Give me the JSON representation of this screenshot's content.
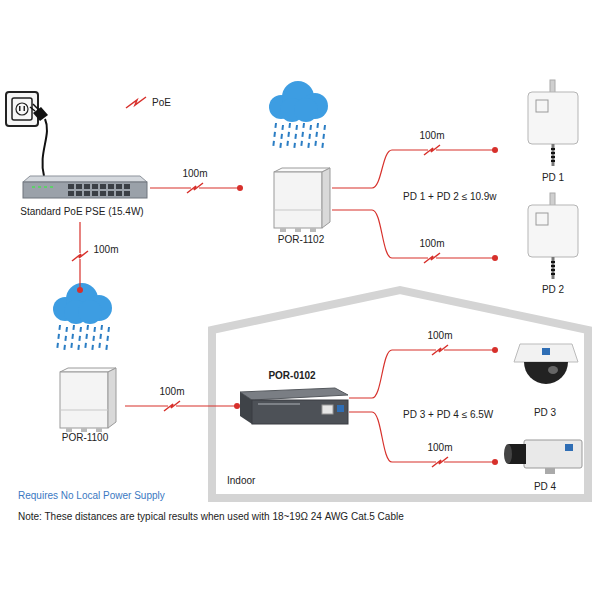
{
  "diagram": {
    "nodes": [
      {
        "text": [
          "Standard PoE PSE (15.4W)"
        ]
      },
      {
        "text": [
          "POR-1102"
        ]
      },
      {
        "text": [
          "PD 1"
        ]
      },
      {
        "text": [
          "PD 2"
        ]
      },
      {
        "text": [
          "POR-1100"
        ]
      },
      {
        "text": [
          "Indoor"
        ]
      },
      {
        "text": [
          "POR-0102"
        ],
        "in": 5
      },
      {
        "text": [
          "PD 3"
        ],
        "in": 5
      },
      {
        "text": [
          "PD 4"
        ],
        "in": 5
      }
    ],
    "edges": [
      {
        "from": 0,
        "to": 1,
        "label": "100m",
        "arrow": "none"
      },
      {
        "from": 1,
        "to": 2,
        "label": "100m",
        "arrow": "none"
      },
      {
        "from": 1,
        "to": 3,
        "label": "100m",
        "arrow": "none"
      },
      {
        "from": 0,
        "to": 4,
        "label": "100m",
        "arrow": "none"
      },
      {
        "from": 4,
        "to": 6,
        "label": "100m",
        "arrow": "none"
      },
      {
        "from": 6,
        "to": 7,
        "label": "100m",
        "arrow": "none"
      },
      {
        "from": 6,
        "to": 8,
        "label": "100m",
        "arrow": "none"
      }
    ],
    "labels": [
      "PD 1 + PD 2 ≤ 10.9w",
      "PD 3 + PD 4 ≤ 6.5W",
      "Requires No Local Power Supply",
      "Note: These distances are typical results when used with 18~19Ω 24 AWG Cat.5 Cable"
    ],
    "legend": [
      {
        "text": "PoE"
      }
    ]
  }
}
